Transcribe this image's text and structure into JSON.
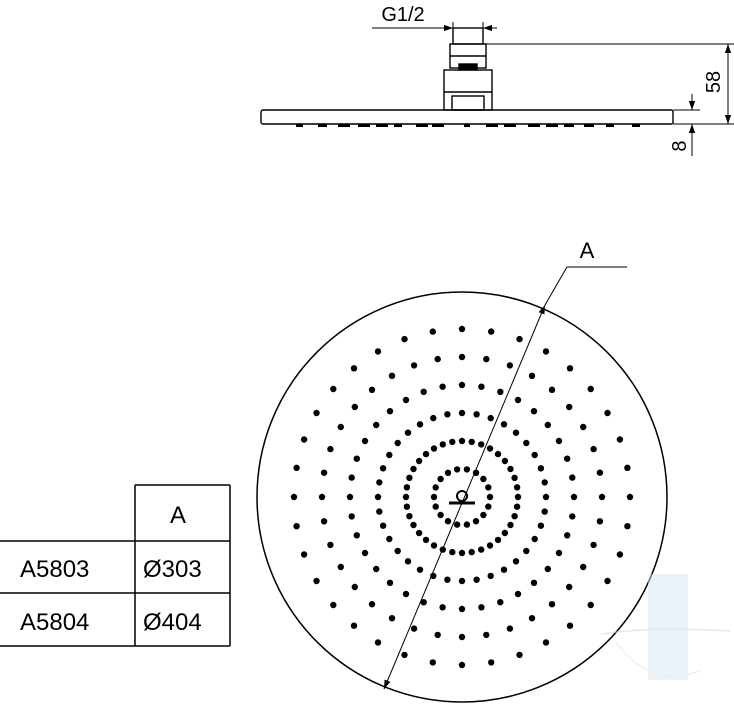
{
  "side_view": {
    "thread_label": "G1/2",
    "height_label": "58",
    "thickness_label": "8"
  },
  "top_view": {
    "diameter_label": "A"
  },
  "dimension_table": {
    "header": "A",
    "rows": [
      {
        "model": "A5803",
        "diameter": "Ø303"
      },
      {
        "model": "A5804",
        "diameter": "Ø404"
      }
    ]
  }
}
